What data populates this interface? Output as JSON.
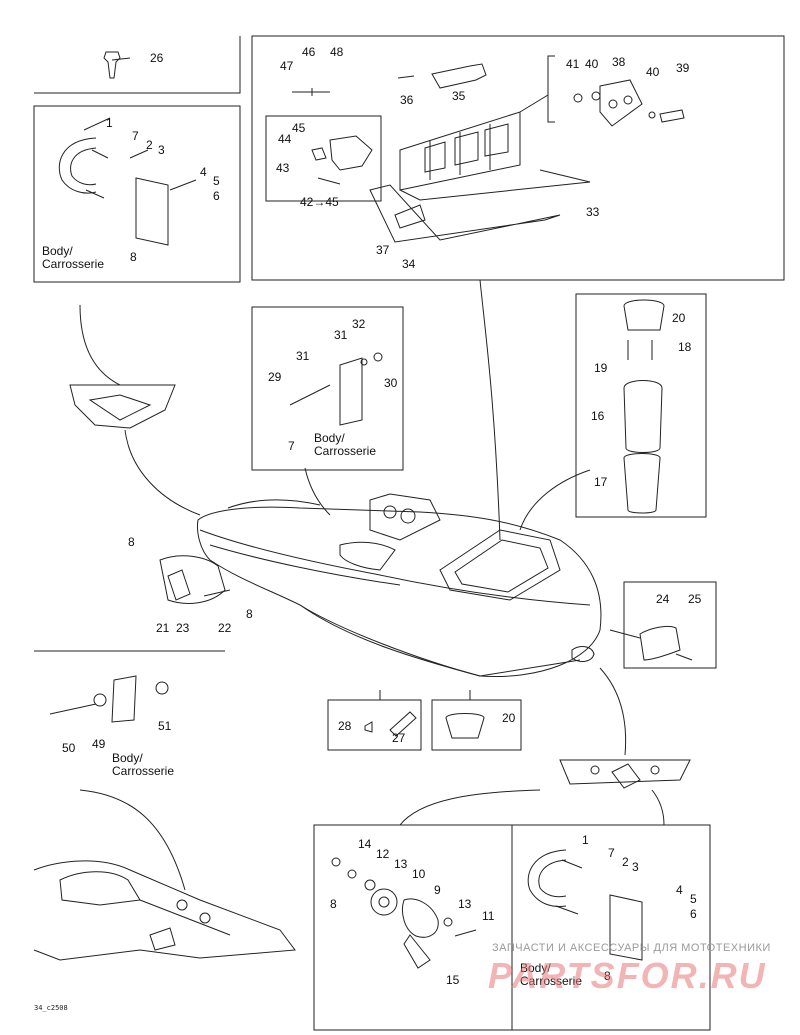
{
  "labels": {
    "n1": "1",
    "n2": "2",
    "n3": "3",
    "n4": "4",
    "n5": "5",
    "n6": "6",
    "n7": "7",
    "n8": "8",
    "n1b": "1",
    "n2b": "2",
    "n3b": "3",
    "n4b": "4",
    "n5b": "5",
    "n6b": "6",
    "n7b": "7",
    "n8b": "8",
    "n7c": "7",
    "n8c": "8",
    "n8d": "8",
    "n8e": "8",
    "n9": "9",
    "n10": "10",
    "n11": "11",
    "n12": "12",
    "n13": "13",
    "n13b": "13",
    "n14": "14",
    "n15": "15",
    "n16": "16",
    "n17": "17",
    "n18": "18",
    "n19": "19",
    "n20": "20",
    "n20b": "20",
    "n21": "21",
    "n22": "22",
    "n23": "23",
    "n24": "24",
    "n25": "25",
    "n26": "26",
    "n27": "27",
    "n28": "28",
    "n29": "29",
    "n30": "30",
    "n31": "31",
    "n31b": "31",
    "n32": "32",
    "n33": "33",
    "n34": "34",
    "n35": "35",
    "n36": "36",
    "n37": "37",
    "n38": "38",
    "n39": "39",
    "n40": "40",
    "n40b": "40",
    "n41": "41",
    "n42_45": "42→45",
    "n43": "43",
    "n44": "44",
    "n45": "45",
    "n46": "46",
    "n47": "47",
    "n48": "48",
    "n49": "49",
    "n50": "50",
    "n51": "51"
  },
  "body_label": {
    "line1": "Body/",
    "line2": "Carrosserie"
  },
  "footer_code": "34_c2508",
  "watermark": {
    "line1": "ЗАПЧАСТИ И АКСЕССУАРЫ ДЛЯ МОТОТЕХНИКИ",
    "line2": "PARTSFOR.RU"
  },
  "colors": {
    "line": "#222222",
    "watermark_red": "#e87878"
  }
}
